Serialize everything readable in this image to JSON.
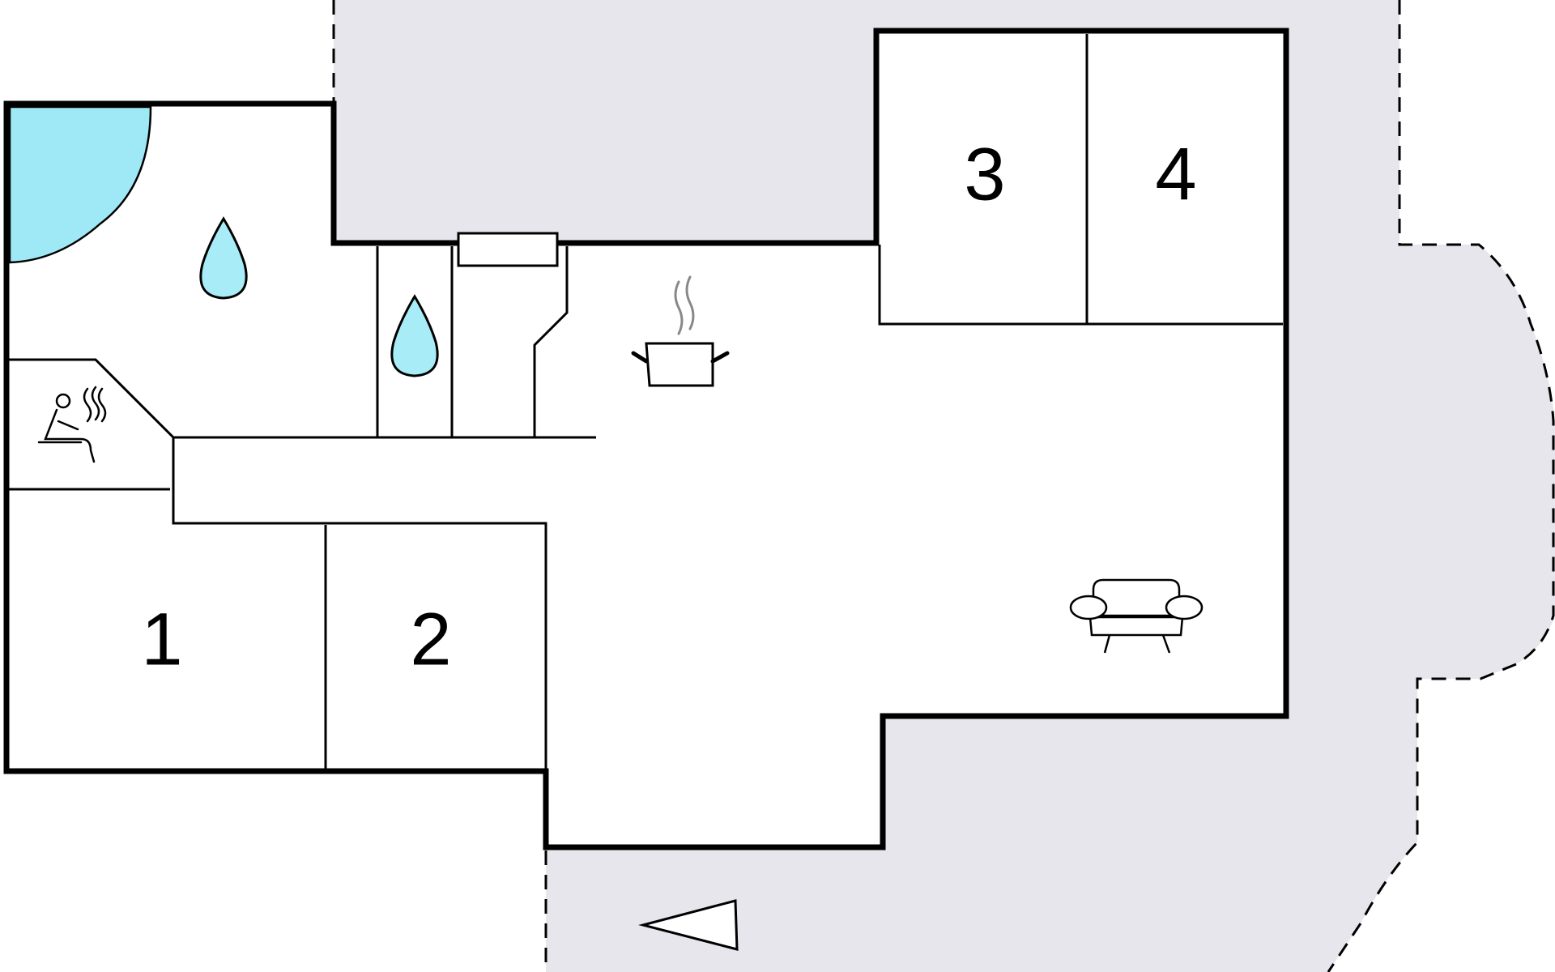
{
  "floorplan": {
    "rooms": [
      {
        "label": "1"
      },
      {
        "label": "2"
      },
      {
        "label": "3"
      },
      {
        "label": "4"
      }
    ],
    "icons": {
      "bathroom_main": "water-drop-icon",
      "bathroom_small": "water-drop-icon",
      "sauna": "sauna-icon",
      "kitchen": "cooking-pot-icon",
      "living": "sofa-icon",
      "entrance": "entrance-arrow-icon",
      "shower": "shower-quarter-circle"
    },
    "colors": {
      "outdoor_area": "#e6e6ec",
      "water": "#a8ecf7",
      "shower": "#9ee9f5",
      "wall": "#000000"
    }
  }
}
